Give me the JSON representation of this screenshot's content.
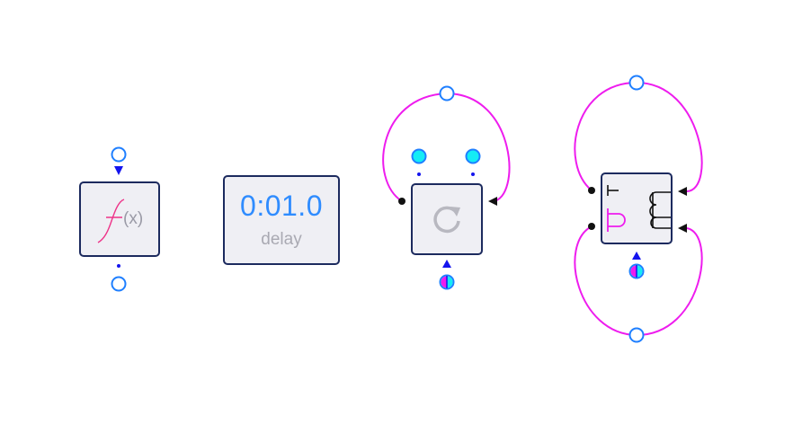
{
  "blocks": {
    "function": {
      "symbol": "f",
      "arg": "(x)"
    },
    "delay": {
      "time": "0:01.0",
      "label": "delay"
    },
    "loop": {
      "icon": "refresh-icon"
    },
    "merge": {
      "icon": "branch-merge-icon"
    }
  },
  "colors": {
    "block_fill": "#efeff4",
    "block_border": "#1c2a5e",
    "wire": "#ee1cee",
    "port_outline": "#1f7fff",
    "port_cyan": "#14ecf5",
    "accent_blue": "#1414ee",
    "delay_text": "#2f8cff"
  }
}
